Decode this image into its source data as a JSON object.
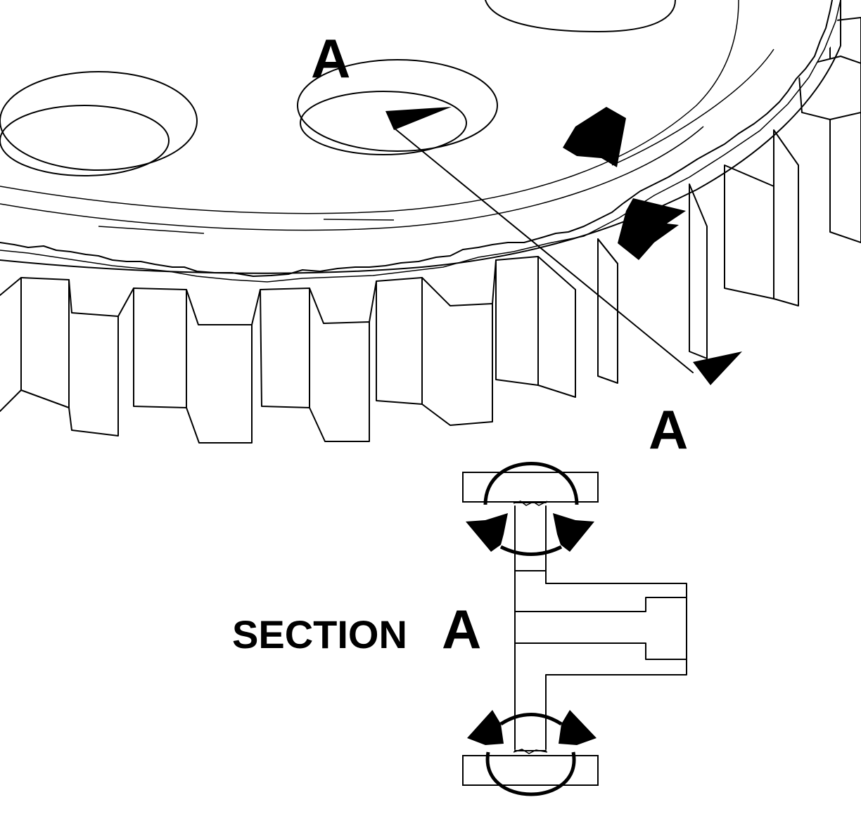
{
  "labels": {
    "cut_top": "A",
    "cut_bottom": "A",
    "section_word": "SECTION",
    "section_letter": "A"
  }
}
